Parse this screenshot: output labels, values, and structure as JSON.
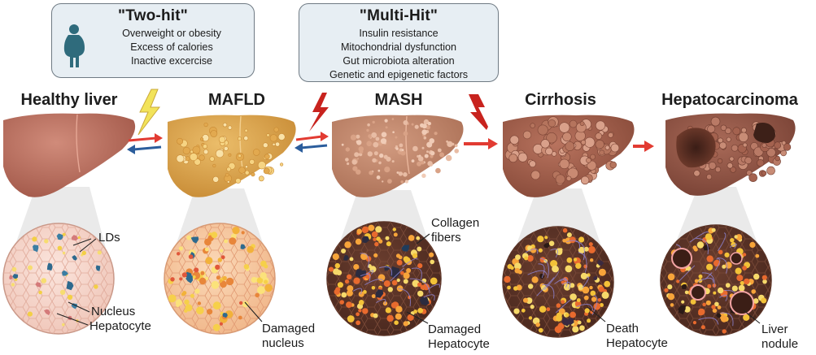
{
  "hits": {
    "two_hit": {
      "title": "\"Two-hit\"",
      "lines": [
        "Overweight or obesity",
        "Excess of calories",
        "Inactive excercise"
      ]
    },
    "multi_hit": {
      "title": "\"Multi-Hit\"",
      "lines": [
        "Insulin resistance",
        "Mitochondrial dysfunction",
        "Gut microbiota alteration",
        "Genetic and epigenetic factors"
      ]
    }
  },
  "stages": [
    "Healthy liver",
    "MAFLD",
    "MASH",
    "Cirrhosis",
    "Hepatocarcinoma"
  ],
  "labels": {
    "lds": "LDs",
    "nucleus": "Nucleus",
    "hepatocyte": "Hepatocyte",
    "damaged_nucleus": [
      "Damaged",
      "nucleus"
    ],
    "collagen_fibers": [
      "Collagen",
      "fibers"
    ],
    "damaged_hepatocyte": [
      "Damaged",
      "Hepatocyte"
    ],
    "death_hepatocyte": [
      "Death",
      "Hepatocyte"
    ],
    "liver_nodule": [
      "Liver",
      "nodule"
    ]
  },
  "colors": {
    "healthy_liver": "#b4695a",
    "mafld_liver": "#d9a24c",
    "mash_liver": "#c2866a",
    "cirrhosis_liver": "#9e5d4a",
    "hcc_liver": "#8e5748",
    "forward_arrow": "#e23b32",
    "reverse_arrow": "#2b5d9c",
    "lightning_yellow": "#f2e35a",
    "lightning_red": "#c8231e",
    "box_fill": "#e7eef3"
  }
}
